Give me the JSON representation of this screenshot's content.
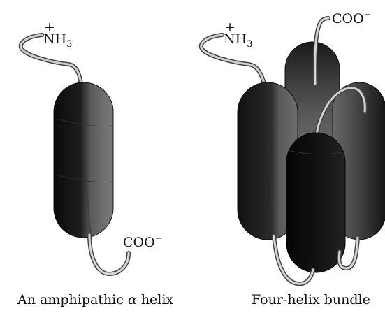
{
  "panels": [
    {
      "caption_prefix": "An amphipathic ",
      "caption_symbol": "α",
      "caption_suffix": " helix",
      "n_terminus": {
        "sign": "+",
        "base": "NH",
        "subscript": "3"
      },
      "c_terminus": {
        "base": "COO",
        "superscript": "−"
      }
    },
    {
      "caption": "Four-helix bundle",
      "n_terminus": {
        "sign": "+",
        "base": "NH",
        "subscript": "3"
      },
      "c_terminus": {
        "base": "COO",
        "superscript": "−"
      }
    }
  ]
}
